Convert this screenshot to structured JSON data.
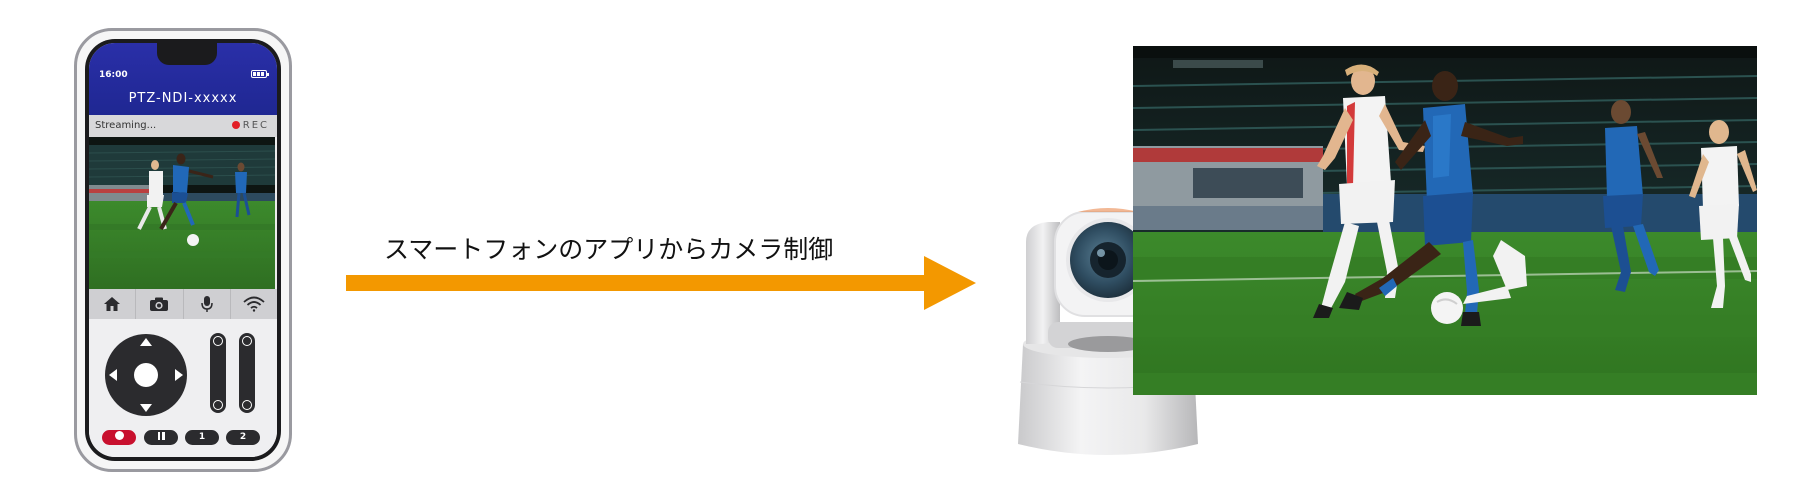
{
  "phone": {
    "clock": "16:00",
    "device_name": "PTZ-NDI-xxxxx",
    "stream_status": "Streaming...",
    "rec_label": "REC",
    "toolbar": [
      "home-icon",
      "camera-icon",
      "microphone-icon",
      "wifi-icon"
    ],
    "buttons": {
      "record": "record-icon",
      "pause": "pause-icon",
      "preset_1": "1",
      "preset_2": "2"
    }
  },
  "arrow": {
    "caption": "スマートフォンのアプリからカメラ制御",
    "color": "#f39800"
  },
  "colors": {
    "phone_header": "#1f2792",
    "rec_dot": "#e21f26",
    "record_button": "#c8102e",
    "pitch_green": "#3f8a2c"
  }
}
